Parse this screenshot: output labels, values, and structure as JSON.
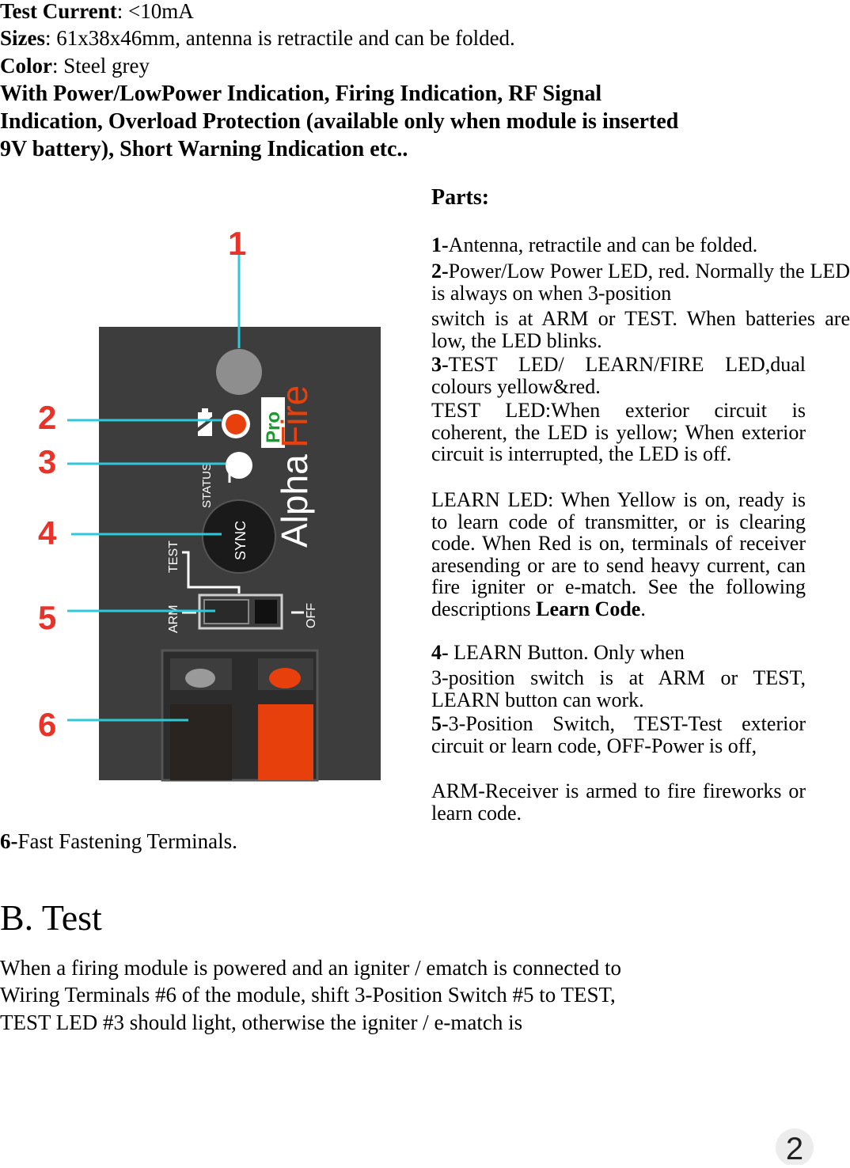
{
  "specs": [
    {
      "label": "Test Current",
      "value": ": <10mA"
    },
    {
      "label": "Sizes",
      "value": ": 61x38x46mm, antenna is retractile and can be folded."
    },
    {
      "label": "Color",
      "value": ": Steel grey"
    }
  ],
  "features": "With Power/LowPower Indication, Firing Indication, RF Signal Indication, Overload Protection (available only when module is inserted 9V battery), Short Warning Indication etc..",
  "parts": {
    "title": "Parts:",
    "items": [
      {
        "num": "1-",
        "text": "Antenna, retractile and can be folded."
      },
      {
        "num": "2-",
        "text": "Power/Low Power LED, red. Normally the LED is always on when 3-position"
      },
      {
        "text": "switch is at ARM or TEST. When batteries are low, the LED blinks."
      },
      {
        "num": "3-",
        "text": "TEST LED/ LEARN/FIRE LED,dual colours yellow&red."
      },
      {
        "text": "TEST LED:When exterior circuit is coherent, the LED is yellow; When exterior circuit is interrupted, the LED is off."
      },
      {
        "text": "LEARN LED: When Yellow is on, ready is to learn code of transmitter, or is clearing code. When Red is on, terminals of receiver aresending or are to send heavy current, can fire igniter or e-match. See the following descriptions",
        "bold_tail": "Learn Code",
        "tail": "."
      },
      {
        "num": "4-",
        "text": " LEARN Button. Only when"
      },
      {
        "text": "3-position switch is at ARM or TEST, LEARN button can work."
      },
      {
        "num": "5-",
        "text": "3-Position Switch, TEST-Test exterior circuit or learn code, OFF-Power is off,"
      },
      {
        "text": "ARM-Receiver is armed to fire fireworks or learn code."
      }
    ],
    "six": {
      "num": "6-",
      "text": "Fast Fastening Terminals."
    }
  },
  "diagram": {
    "callouts": [
      "1",
      "2",
      "3",
      "4",
      "5",
      "6"
    ],
    "brand_main": "Alpha",
    "brand_fire": "Fire",
    "brand_pro": "Pro",
    "label_status": "STATUS",
    "label_sync": "SYNC",
    "label_test": "TEST",
    "label_arm": "ARM",
    "label_off": "OFF",
    "colors": {
      "body": "#3a3a3a",
      "callout": "#e8332a",
      "leader": "#2fc8d8",
      "led_red": "#e8400c",
      "terminal_red": "#e8400c"
    }
  },
  "section_b": {
    "title": "B. Test",
    "lines": [
      "When a firing module is powered and an igniter / ematch is connected to",
      "Wiring Terminals #6 of the module, shift 3-Position Switch #5 to TEST,",
      "TEST LED #3 should light, otherwise the igniter / e-match is"
    ]
  },
  "page_number": "2"
}
